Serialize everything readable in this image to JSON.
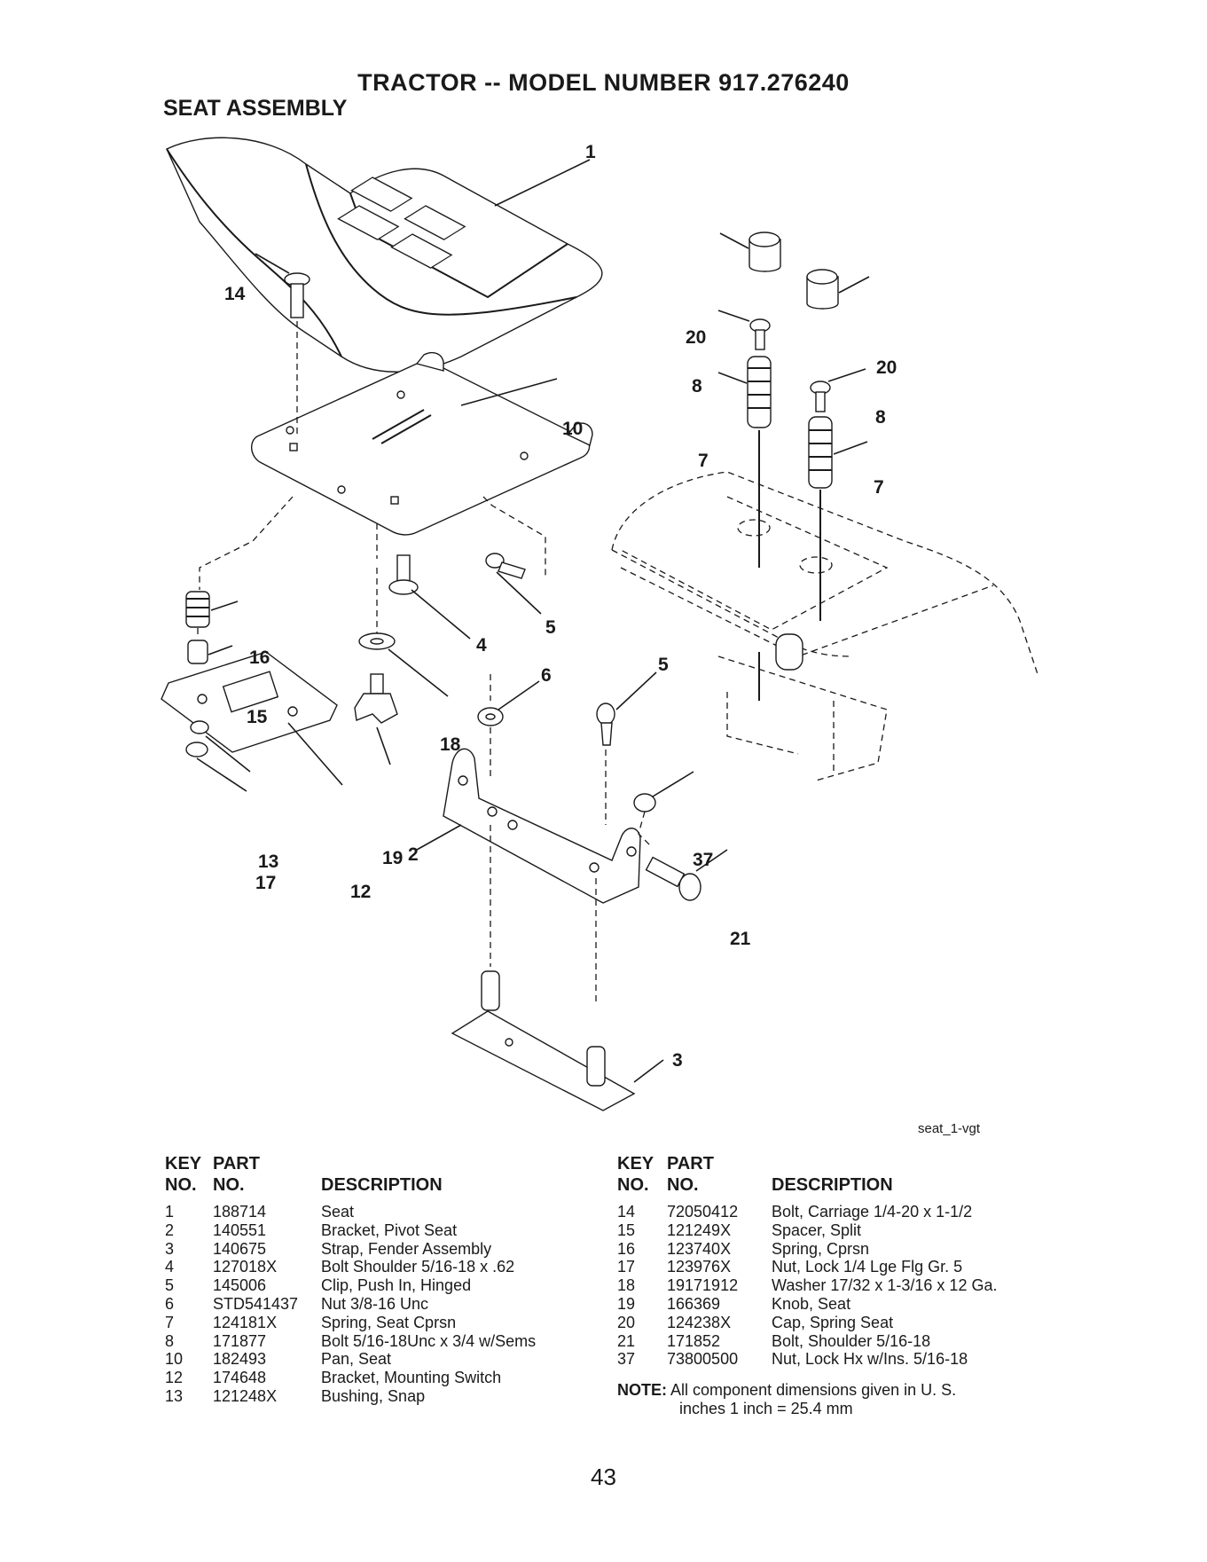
{
  "header": {
    "title": "TRACTOR -- MODEL NUMBER 917.276240",
    "subtitle": "SEAT ASSEMBLY"
  },
  "diagram": {
    "image_code": "seat_1-vgt",
    "callouts": [
      "1",
      "2",
      "3",
      "4",
      "5",
      "5",
      "6",
      "7",
      "7",
      "8",
      "8",
      "10",
      "12",
      "13",
      "14",
      "15",
      "16",
      "17",
      "18",
      "19",
      "20",
      "20",
      "21",
      "37"
    ]
  },
  "table": {
    "headers": {
      "key_line1": "KEY",
      "key_line2": "NO.",
      "part_line1": "PART",
      "part_line2": "NO.",
      "description": "DESCRIPTION"
    },
    "left": [
      {
        "key": "1",
        "part": "188714",
        "description": "Seat"
      },
      {
        "key": "2",
        "part": "140551",
        "description": "Bracket, Pivot Seat"
      },
      {
        "key": "3",
        "part": "140675",
        "description": "Strap, Fender Assembly"
      },
      {
        "key": "4",
        "part": "127018X",
        "description": "Bolt Shoulder 5/16-18 x .62"
      },
      {
        "key": "5",
        "part": "145006",
        "description": "Clip, Push In, Hinged"
      },
      {
        "key": "6",
        "part": "STD541437",
        "description": "Nut 3/8-16 Unc"
      },
      {
        "key": "7",
        "part": "124181X",
        "description": "Spring, Seat Cprsn"
      },
      {
        "key": "8",
        "part": "171877",
        "description": "Bolt 5/16-18Unc x 3/4 w/Sems"
      },
      {
        "key": "10",
        "part": "182493",
        "description": "Pan, Seat"
      },
      {
        "key": "12",
        "part": "174648",
        "description": "Bracket, Mounting Switch"
      },
      {
        "key": "13",
        "part": "121248X",
        "description": "Bushing, Snap"
      }
    ],
    "right": [
      {
        "key": "14",
        "part": "72050412",
        "description": "Bolt, Carriage  1/4-20 x 1-1/2"
      },
      {
        "key": "15",
        "part": "121249X",
        "description": "Spacer, Split"
      },
      {
        "key": "16",
        "part": "123740X",
        "description": "Spring, Cprsn"
      },
      {
        "key": "17",
        "part": "123976X",
        "description": "Nut, Lock 1/4 Lge Flg Gr. 5"
      },
      {
        "key": "18",
        "part": "19171912",
        "description": "Washer 17/32 x 1-3/16 x 12 Ga."
      },
      {
        "key": "19",
        "part": "166369",
        "description": "Knob, Seat"
      },
      {
        "key": "20",
        "part": "124238X",
        "description": "Cap, Spring Seat"
      },
      {
        "key": "21",
        "part": "171852",
        "description": "Bolt, Shoulder  5/16-18"
      },
      {
        "key": "37",
        "part": "73800500",
        "description": "Nut, Lock Hx w/Ins.  5/16-18"
      }
    ]
  },
  "note": {
    "label": "NOTE:",
    "line1": "All component dimensions given in U. S.",
    "line2": "inches 1 inch = 25.4 mm"
  },
  "footer": {
    "page_number": "43"
  }
}
